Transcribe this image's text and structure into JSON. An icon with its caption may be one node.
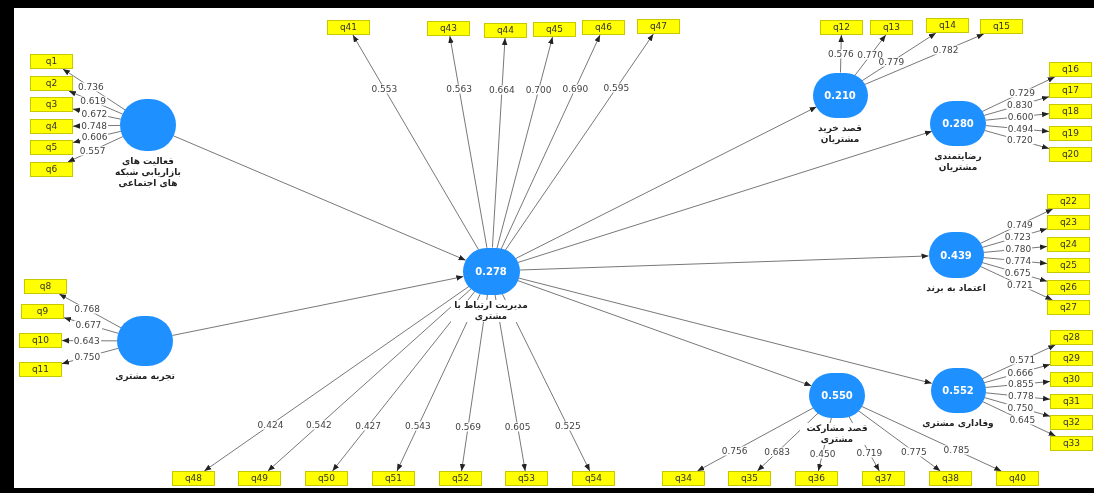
{
  "diagram": {
    "nodes": [
      {
        "text": [
          "فعالیت های بازاریابی شبکه های اجتماعی"
        ]
      },
      {
        "text": [
          "q1"
        ]
      },
      {
        "text": [
          "q2"
        ]
      },
      {
        "text": [
          "q3"
        ]
      },
      {
        "text": [
          "q4"
        ]
      },
      {
        "text": [
          "q5"
        ]
      },
      {
        "text": [
          "q6"
        ]
      },
      {
        "text": [
          "تجربه مشتری"
        ]
      },
      {
        "text": [
          "q8"
        ]
      },
      {
        "text": [
          "q9"
        ]
      },
      {
        "text": [
          "q10"
        ]
      },
      {
        "text": [
          "q11"
        ]
      },
      {
        "text": [
          "0.278",
          "مدیریت ارتباط با مشتری"
        ]
      },
      {
        "text": [
          "q41"
        ]
      },
      {
        "text": [
          "q43"
        ]
      },
      {
        "text": [
          "q44"
        ]
      },
      {
        "text": [
          "q45"
        ]
      },
      {
        "text": [
          "q46"
        ]
      },
      {
        "text": [
          "q47"
        ]
      },
      {
        "text": [
          "q48"
        ]
      },
      {
        "text": [
          "q49"
        ]
      },
      {
        "text": [
          "q50"
        ]
      },
      {
        "text": [
          "q51"
        ]
      },
      {
        "text": [
          "q52"
        ]
      },
      {
        "text": [
          "q53"
        ]
      },
      {
        "text": [
          "q54"
        ]
      },
      {
        "text": [
          "0.210",
          "قصد خرید مشتریان"
        ]
      },
      {
        "text": [
          "q12"
        ]
      },
      {
        "text": [
          "q13"
        ]
      },
      {
        "text": [
          "q14"
        ]
      },
      {
        "text": [
          "q15"
        ]
      },
      {
        "text": [
          "0.280",
          "رضایتمندی مشتریان"
        ]
      },
      {
        "text": [
          "q16"
        ]
      },
      {
        "text": [
          "q17"
        ]
      },
      {
        "text": [
          "q18"
        ]
      },
      {
        "text": [
          "q19"
        ]
      },
      {
        "text": [
          "q20"
        ]
      },
      {
        "text": [
          "0.439",
          "اعتماد به برند"
        ]
      },
      {
        "text": [
          "q22"
        ]
      },
      {
        "text": [
          "q23"
        ]
      },
      {
        "text": [
          "q24"
        ]
      },
      {
        "text": [
          "q25"
        ]
      },
      {
        "text": [
          "q26"
        ]
      },
      {
        "text": [
          "q27"
        ]
      },
      {
        "text": [
          "0.550",
          "قصد مشارکت مشتری"
        ]
      },
      {
        "text": [
          "q34"
        ]
      },
      {
        "text": [
          "q35"
        ]
      },
      {
        "text": [
          "q36"
        ]
      },
      {
        "text": [
          "q37"
        ]
      },
      {
        "text": [
          "q38"
        ]
      },
      {
        "text": [
          "q40"
        ]
      },
      {
        "text": [
          "0.552",
          "وفاداری مشتری"
        ]
      },
      {
        "text": [
          "q28"
        ]
      },
      {
        "text": [
          "q29"
        ]
      },
      {
        "text": [
          "q30"
        ]
      },
      {
        "text": [
          "q31"
        ]
      },
      {
        "text": [
          "q32"
        ]
      },
      {
        "text": [
          "q33"
        ]
      }
    ],
    "edges": [
      {
        "from": 0,
        "to": 12,
        "arrow": "to"
      },
      {
        "from": 7,
        "to": 12,
        "arrow": "to"
      },
      {
        "from": 12,
        "to": 26,
        "arrow": "to"
      },
      {
        "from": 12,
        "to": 31,
        "arrow": "to"
      },
      {
        "from": 12,
        "to": 37,
        "arrow": "to"
      },
      {
        "from": 12,
        "to": 44,
        "arrow": "to"
      },
      {
        "from": 12,
        "to": 51,
        "arrow": "to"
      },
      {
        "from": 0,
        "to": 1,
        "arrow": "to",
        "label": "0.736"
      },
      {
        "from": 0,
        "to": 2,
        "arrow": "to",
        "label": "0.619"
      },
      {
        "from": 0,
        "to": 3,
        "arrow": "to",
        "label": "0.672"
      },
      {
        "from": 0,
        "to": 4,
        "arrow": "to",
        "label": "0.748"
      },
      {
        "from": 0,
        "to": 5,
        "arrow": "to",
        "label": "0.606"
      },
      {
        "from": 0,
        "to": 6,
        "arrow": "to",
        "label": "0.557"
      },
      {
        "from": 7,
        "to": 8,
        "arrow": "to",
        "label": "0.768"
      },
      {
        "from": 7,
        "to": 9,
        "arrow": "to",
        "label": "0.677"
      },
      {
        "from": 7,
        "to": 10,
        "arrow": "to",
        "label": "0.643"
      },
      {
        "from": 7,
        "to": 11,
        "arrow": "to",
        "label": "0.750"
      },
      {
        "from": 12,
        "to": 13,
        "arrow": "to",
        "label": "0.553"
      },
      {
        "from": 12,
        "to": 14,
        "arrow": "to",
        "label": "0.563"
      },
      {
        "from": 12,
        "to": 15,
        "arrow": "to",
        "label": "0.664"
      },
      {
        "from": 12,
        "to": 16,
        "arrow": "to",
        "label": "0.700"
      },
      {
        "from": 12,
        "to": 17,
        "arrow": "to",
        "label": "0.690"
      },
      {
        "from": 12,
        "to": 18,
        "arrow": "to",
        "label": "0.595"
      },
      {
        "from": 12,
        "to": 19,
        "arrow": "to",
        "label": "0.424"
      },
      {
        "from": 12,
        "to": 20,
        "arrow": "to",
        "label": "0.542"
      },
      {
        "from": 12,
        "to": 21,
        "arrow": "to",
        "label": "0.427"
      },
      {
        "from": 12,
        "to": 22,
        "arrow": "to",
        "label": "0.543"
      },
      {
        "from": 12,
        "to": 23,
        "arrow": "to",
        "label": "0.569"
      },
      {
        "from": 12,
        "to": 24,
        "arrow": "to",
        "label": "0.605"
      },
      {
        "from": 12,
        "to": 25,
        "arrow": "to",
        "label": "0.525"
      },
      {
        "from": 26,
        "to": 27,
        "arrow": "to",
        "label": "0.576"
      },
      {
        "from": 26,
        "to": 28,
        "arrow": "to",
        "label": "0.770"
      },
      {
        "from": 26,
        "to": 29,
        "arrow": "to",
        "label": "0.779"
      },
      {
        "from": 26,
        "to": 30,
        "arrow": "to",
        "label": "0.782"
      },
      {
        "from": 31,
        "to": 32,
        "arrow": "to",
        "label": "0.729"
      },
      {
        "from": 31,
        "to": 33,
        "arrow": "to",
        "label": "0.830"
      },
      {
        "from": 31,
        "to": 34,
        "arrow": "to",
        "label": "0.600"
      },
      {
        "from": 31,
        "to": 35,
        "arrow": "to",
        "label": "0.494"
      },
      {
        "from": 31,
        "to": 36,
        "arrow": "to",
        "label": "0.720"
      },
      {
        "from": 37,
        "to": 38,
        "arrow": "to",
        "label": "0.749"
      },
      {
        "from": 37,
        "to": 39,
        "arrow": "to",
        "label": "0.723"
      },
      {
        "from": 37,
        "to": 40,
        "arrow": "to",
        "label": "0.780"
      },
      {
        "from": 37,
        "to": 41,
        "arrow": "to",
        "label": "0.774"
      },
      {
        "from": 37,
        "to": 42,
        "arrow": "to",
        "label": "0.675"
      },
      {
        "from": 37,
        "to": 43,
        "arrow": "to",
        "label": "0.721"
      },
      {
        "from": 44,
        "to": 45,
        "arrow": "to",
        "label": "0.756"
      },
      {
        "from": 44,
        "to": 46,
        "arrow": "to",
        "label": "0.683"
      },
      {
        "from": 44,
        "to": 47,
        "arrow": "to",
        "label": "0.450"
      },
      {
        "from": 44,
        "to": 48,
        "arrow": "to",
        "label": "0.719"
      },
      {
        "from": 44,
        "to": 49,
        "arrow": "to",
        "label": "0.775"
      },
      {
        "from": 44,
        "to": 50,
        "arrow": "to",
        "label": "0.785"
      },
      {
        "from": 51,
        "to": 52,
        "arrow": "to",
        "label": "0.571"
      },
      {
        "from": 51,
        "to": 53,
        "arrow": "to",
        "label": "0.666"
      },
      {
        "from": 51,
        "to": 54,
        "arrow": "to",
        "label": "0.855"
      },
      {
        "from": 51,
        "to": 55,
        "arrow": "to",
        "label": "0.778"
      },
      {
        "from": 51,
        "to": 56,
        "arrow": "to",
        "label": "0.750"
      },
      {
        "from": 51,
        "to": 57,
        "arrow": "to",
        "label": "0.645"
      }
    ]
  }
}
